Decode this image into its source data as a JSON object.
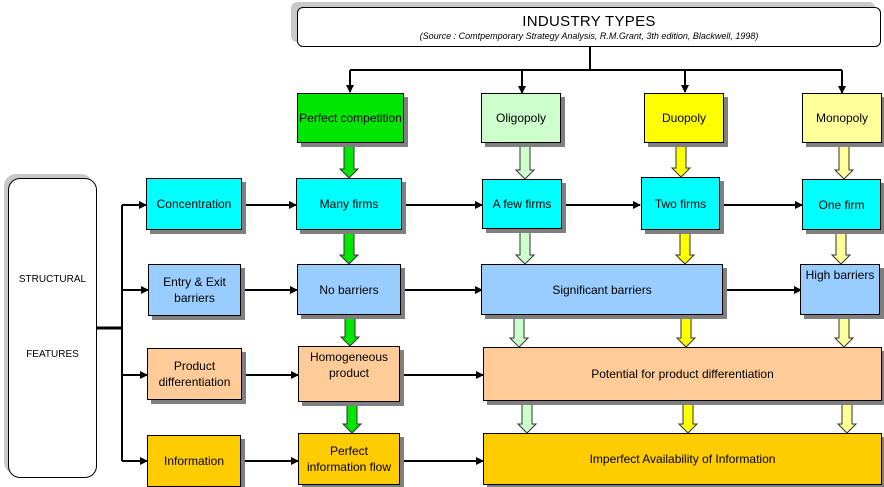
{
  "title": {
    "main": "INDUSTRY TYPES",
    "source": "(Source : Comtpemporary Strategy Analysis, R.M.Grant, 3th edition, Blackwell, 1998)"
  },
  "side": {
    "line1": "STRUCTURAL",
    "line2": "FEATURES"
  },
  "colors": {
    "perfect": "#00e600",
    "oligopoly": "#ccffcc",
    "duopoly": "#ffff00",
    "monopoly": "#ffff99",
    "concentration": "#00ffff",
    "barriers": "#99ccff",
    "differentiation": "#ffcc99",
    "information": "#ffcc00"
  },
  "industry_types": [
    {
      "label": "Perfect competition"
    },
    {
      "label": "Oligopoly"
    },
    {
      "label": "Duopoly"
    },
    {
      "label": "Monopoly"
    }
  ],
  "features": [
    {
      "label": "Concentration"
    },
    {
      "label": "Entry & Exit barriers"
    },
    {
      "label": "Product differentiation"
    },
    {
      "label": "Information"
    }
  ],
  "cells": {
    "many_firms": "Many firms",
    "a_few_firms": "A few firms",
    "two_firms": "Two firms",
    "one_firm": "One firm",
    "no_barriers": "No barriers",
    "significant_barriers": "Significant barriers",
    "high_barriers": "High barriers",
    "homogeneous_product": "Homogeneous product",
    "potential_differentiation": "Potential for product differentiation",
    "perfect_information": "Perfect information flow",
    "imperfect_information": "Imperfect Availability of Information"
  }
}
